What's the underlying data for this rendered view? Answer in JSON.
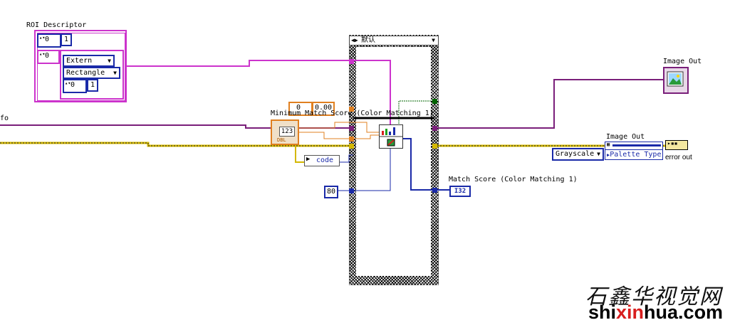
{
  "roi_descriptor": {
    "label": "ROI Descriptor",
    "val_a": "0",
    "val_b": "1",
    "val_c": "0",
    "contour_type": "Extern",
    "shape": "Rectangle",
    "val_d": "0",
    "val_e": "1"
  },
  "case_structure": {
    "selector_label": "默认"
  },
  "minimum_match_score": {
    "label": "Minimum Match Score (Color Matching 1)",
    "terminal": "123",
    "dbl_tag": "DBL"
  },
  "small_constant_a": "0",
  "small_constant_b": "0.00",
  "code_constant": "code",
  "numeric_constant": "80",
  "image_out_indicator": {
    "label": "Image Out"
  },
  "image_out_cluster": {
    "label": "Image Out"
  },
  "palette": {
    "value": "Grayscale",
    "property": "Palette Type"
  },
  "error_out": {
    "label": "error out"
  },
  "match_score": {
    "label": "Match Score (Color Matching 1)",
    "type": "I32"
  },
  "left_fragment": "fo",
  "watermark": {
    "chinese": "石鑫华视觉网",
    "url_part1": "shi",
    "url_part2": "xin",
    "url_part3": "hua",
    "url_part4": ".com"
  },
  "colors": {
    "wire_pink": "#cc33cc",
    "wire_purple": "#7a1f7a",
    "wire_yellow": "#d4b800",
    "wire_orange": "#e08020",
    "wire_blue": "#1a2aa8",
    "wire_green": "#006400",
    "watermark_red": "#d81e1e"
  }
}
